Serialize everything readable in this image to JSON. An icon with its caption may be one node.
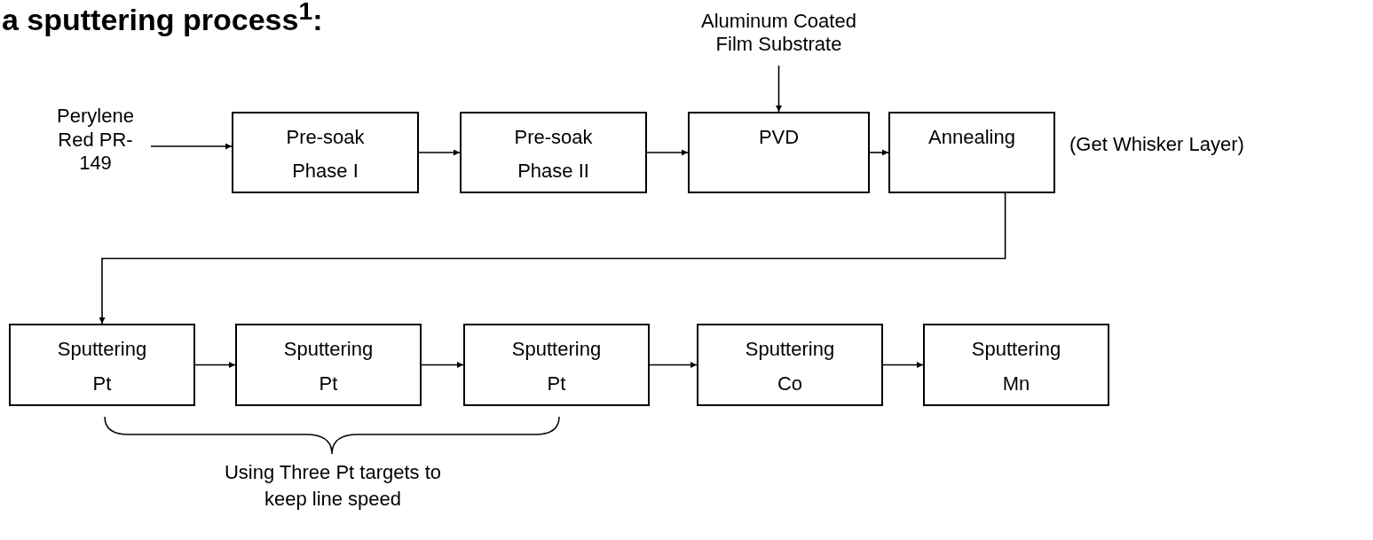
{
  "diagram": {
    "title": "a sputtering process$^{1}$:",
    "nodes": [
      {
        "text": [
          "Aluminum Coated Film Substrate"
        ]
      },
      {
        "text": [
          "Perylene Red PR-149"
        ]
      },
      {
        "text": [
          "Pre-soak",
          "Phase I"
        ]
      },
      {
        "text": [
          "Pre-soak",
          "Phase II"
        ]
      },
      {
        "text": [
          "PVD"
        ]
      },
      {
        "text": [
          "Annealing"
        ],
        "beside": [
          "(Get Whisker Layer)"
        ]
      },
      {
        "text": [
          "Sputtering",
          "Pt"
        ]
      },
      {
        "text": [
          "Sputtering",
          "Pt"
        ]
      },
      {
        "text": [
          "Sputtering",
          "Pt"
        ]
      },
      {
        "text": [
          "Sputtering",
          "Co"
        ]
      },
      {
        "text": [
          "Sputtering",
          "Mn"
        ]
      }
    ],
    "edges": [
      {
        "from": 0,
        "to": 4,
        "arrow": "to"
      },
      {
        "from": 1,
        "to": 2,
        "arrow": "to"
      },
      {
        "from": 2,
        "to": 3,
        "arrow": "to"
      },
      {
        "from": 3,
        "to": 4,
        "arrow": "to"
      },
      {
        "from": 4,
        "to": 5,
        "arrow": "to"
      },
      {
        "from": 5,
        "to": 6,
        "arrow": "to"
      },
      {
        "from": 6,
        "to": 7,
        "arrow": "to"
      },
      {
        "from": 7,
        "to": 8,
        "arrow": "to"
      },
      {
        "from": 8,
        "to": 9,
        "arrow": "to"
      },
      {
        "from": 9,
        "to": 10,
        "arrow": "to"
      }
    ],
    "labels": [
      "Using Three Pt targets to keep line speed"
    ]
  }
}
